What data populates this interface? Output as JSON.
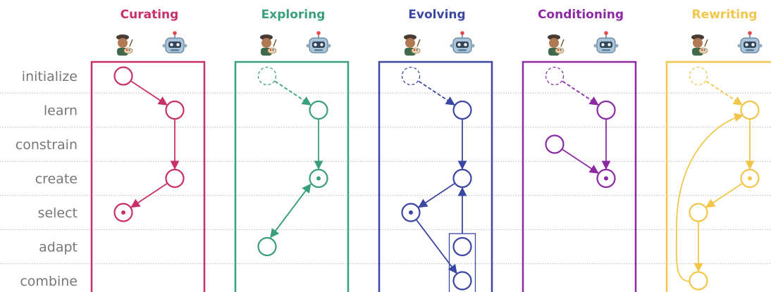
{
  "rows": [
    "initialize",
    "learn",
    "constrain",
    "create",
    "select",
    "adapt",
    "combine"
  ],
  "roles": [
    {
      "name": "artist",
      "icon": "artist-icon",
      "glyph": "🧑‍🎨"
    },
    {
      "name": "robot",
      "icon": "robot-icon",
      "glyph": "🤖"
    }
  ],
  "columns": [
    {
      "key": "curating",
      "title": "Curating",
      "color": "#c8306a",
      "nodes": [
        {
          "id": "init",
          "role": "artist",
          "row": "initialize",
          "style": "solid",
          "selected": false
        },
        {
          "id": "learn",
          "role": "robot",
          "row": "learn",
          "style": "solid",
          "selected": false
        },
        {
          "id": "create",
          "role": "robot",
          "row": "create",
          "style": "solid",
          "selected": false
        },
        {
          "id": "select",
          "role": "artist",
          "row": "select",
          "style": "solid",
          "selected": true
        }
      ],
      "edges": [
        {
          "from": "init",
          "to": "learn",
          "style": "solid"
        },
        {
          "from": "learn",
          "to": "create",
          "style": "solid"
        },
        {
          "from": "create",
          "to": "select",
          "style": "solid"
        }
      ]
    },
    {
      "key": "exploring",
      "title": "Exploring",
      "color": "#3a9f7c",
      "nodes": [
        {
          "id": "init",
          "role": "artist",
          "row": "initialize",
          "style": "dashed",
          "selected": false
        },
        {
          "id": "learn",
          "role": "robot",
          "row": "learn",
          "style": "solid",
          "selected": false
        },
        {
          "id": "create",
          "role": "robot",
          "row": "create",
          "style": "solid",
          "selected": true
        },
        {
          "id": "adapt",
          "role": "artist",
          "row": "adapt",
          "style": "solid",
          "selected": false
        }
      ],
      "edges": [
        {
          "from": "init",
          "to": "learn",
          "style": "dashed"
        },
        {
          "from": "learn",
          "to": "create",
          "style": "solid"
        },
        {
          "from": "create",
          "to": "adapt",
          "style": "solid",
          "pair": "out"
        },
        {
          "from": "adapt",
          "to": "create",
          "style": "solid",
          "pair": "back"
        }
      ]
    },
    {
      "key": "evolving",
      "title": "Evolving",
      "color": "#3b47a3",
      "nodes": [
        {
          "id": "init",
          "role": "artist",
          "row": "initialize",
          "style": "dashed",
          "selected": false
        },
        {
          "id": "learn",
          "role": "robot",
          "row": "learn",
          "style": "solid",
          "selected": false
        },
        {
          "id": "create",
          "role": "robot",
          "row": "create",
          "style": "solid",
          "selected": false
        },
        {
          "id": "select",
          "role": "artist",
          "row": "select",
          "style": "solid",
          "selected": true
        },
        {
          "id": "adapt",
          "role": "robot",
          "row": "adapt",
          "style": "solid",
          "selected": false
        },
        {
          "id": "combine",
          "role": "robot",
          "row": "combine",
          "style": "solid",
          "selected": false
        }
      ],
      "edges": [
        {
          "from": "init",
          "to": "learn",
          "style": "dashed"
        },
        {
          "from": "learn",
          "to": "create",
          "style": "solid"
        },
        {
          "from": "create",
          "to": "select",
          "style": "solid"
        },
        {
          "from": "select",
          "to": "combine",
          "style": "solid"
        },
        {
          "from": "group",
          "to": "create",
          "style": "solid"
        }
      ],
      "group": [
        "adapt",
        "combine"
      ]
    },
    {
      "key": "conditioning",
      "title": "Conditioning",
      "color": "#8d2aa3",
      "nodes": [
        {
          "id": "init",
          "role": "artist",
          "row": "initialize",
          "style": "dashed",
          "selected": false
        },
        {
          "id": "learn",
          "role": "robot",
          "row": "learn",
          "style": "solid",
          "selected": false
        },
        {
          "id": "constrain",
          "role": "artist",
          "row": "constrain",
          "style": "solid",
          "selected": false
        },
        {
          "id": "create",
          "role": "robot",
          "row": "create",
          "style": "solid",
          "selected": true
        }
      ],
      "edges": [
        {
          "from": "init",
          "to": "learn",
          "style": "dashed"
        },
        {
          "from": "learn",
          "to": "create",
          "style": "solid"
        },
        {
          "from": "constrain",
          "to": "create",
          "style": "solid"
        }
      ]
    },
    {
      "key": "rewriting",
      "title": "Rewriting",
      "color": "#f2c64a",
      "nodes": [
        {
          "id": "init",
          "role": "artist",
          "row": "initialize",
          "style": "dashed",
          "selected": false
        },
        {
          "id": "learn",
          "role": "robot",
          "row": "learn",
          "style": "solid",
          "selected": false
        },
        {
          "id": "create",
          "role": "robot",
          "row": "create",
          "style": "solid",
          "selected": true
        },
        {
          "id": "select",
          "role": "artist",
          "row": "select",
          "style": "solid",
          "selected": false
        },
        {
          "id": "combine",
          "role": "artist",
          "row": "combine",
          "style": "solid",
          "selected": false
        }
      ],
      "edges": [
        {
          "from": "init",
          "to": "learn",
          "style": "dashed"
        },
        {
          "from": "learn",
          "to": "create",
          "style": "solid"
        },
        {
          "from": "create",
          "to": "select",
          "style": "solid"
        },
        {
          "from": "select",
          "to": "combine",
          "style": "solid"
        },
        {
          "from": "combine",
          "to": "learn",
          "style": "solid",
          "curve": "loop-left"
        }
      ]
    }
  ]
}
